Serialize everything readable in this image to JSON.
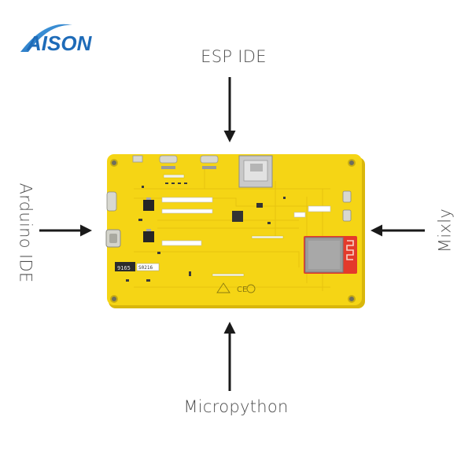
{
  "brand": {
    "logo_text": "AISON",
    "color": "#1e6bb8"
  },
  "labels": {
    "top": "ESP IDE",
    "bottom": "Micropython",
    "left": "Arduino IDE",
    "right": "Mixly"
  },
  "board": {
    "silkscreen_ce": "CE",
    "silkscreen_chip": "9165",
    "silkscreen_chip2": "S0216",
    "pcb_color": "#f5d515",
    "module_color": "#9c9c9c",
    "antenna_color": "#e43a2b"
  },
  "colors": {
    "arrow": "#1a1a1a",
    "text": "#4d4d4d"
  }
}
